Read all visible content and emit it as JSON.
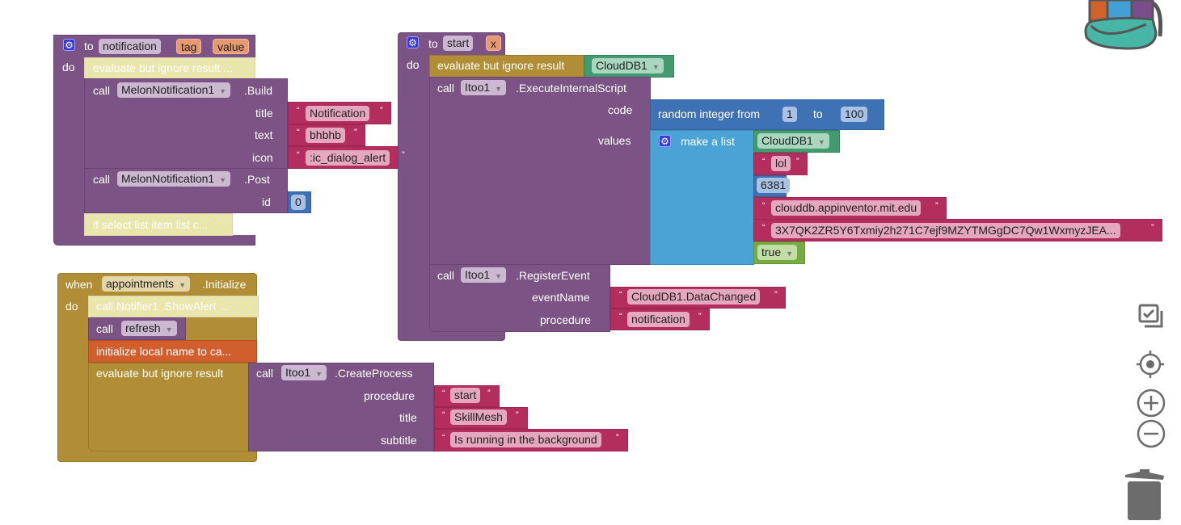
{
  "proc_notification": {
    "to": "to",
    "name": "notification",
    "params": [
      "tag",
      "value"
    ],
    "do": "do",
    "collapsed1": "evaluate but ignore result ...",
    "build": {
      "call": "call",
      "component": "MelonNotification1",
      "method": ".Build",
      "args": [
        {
          "label": "title",
          "value": "Notification"
        },
        {
          "label": "text",
          "value": "bhbhb"
        },
        {
          "label": "icon",
          "value": ":ic_dialog_alert"
        }
      ]
    },
    "post": {
      "call": "call",
      "component": "MelonNotification1",
      "method": ".Post",
      "arg_label": "id",
      "arg_value": "0"
    },
    "collapsed2": "if select list item  list c..."
  },
  "proc_start": {
    "to": "to",
    "name": "start",
    "param": "x",
    "do": "do",
    "evaluate": "evaluate but ignore result",
    "evaluate_arg": "CloudDB1",
    "exec": {
      "call": "call",
      "component": "Itoo1",
      "method": ".ExecuteInternalScript",
      "code_label": "code",
      "values_label": "values",
      "random": {
        "label": "random integer from",
        "from": "1",
        "to_label": "to",
        "to": "100"
      },
      "list": {
        "label": "make a list",
        "items": [
          "CloudDB1",
          "lol",
          "6381",
          "clouddb.appinventor.mit.edu",
          "3X7QK2ZR5Y6Txmiy2h271C7ejf9MZYTMGgDC7Qw1WxmyzJEA...",
          "true"
        ]
      }
    },
    "register": {
      "call": "call",
      "component": "Itoo1",
      "method": ".RegisterEvent",
      "event_label": "eventName",
      "event_value": "CloudDB1.DataChanged",
      "proc_label": "procedure",
      "proc_value": "notification"
    }
  },
  "when_init": {
    "when": "when",
    "component": "appointments",
    "event": ".Initialize",
    "do": "do",
    "collapsed": "call  Notifier1 .ShowAlert ...",
    "refresh": {
      "call": "call",
      "name": "refresh"
    },
    "init_local": "initialize local name to ca...",
    "evaluate": "evaluate but ignore result",
    "create": {
      "call": "call",
      "component": "Itoo1",
      "method": ".CreateProcess",
      "args": [
        {
          "label": "procedure",
          "value": "start"
        },
        {
          "label": "title",
          "value": "SkillMesh"
        },
        {
          "label": "subtitle",
          "value": "Is running in the background"
        }
      ]
    }
  },
  "quote_open": "“",
  "quote_close": "”",
  "colors": {
    "procedure": "#7b5385",
    "text": "#b32d5e",
    "math": "#3f71b5",
    "list": "#4aa3d4",
    "component": "#439970",
    "logic": "#77ab41",
    "control": "#b18e35",
    "variable": "#d05f2d"
  },
  "icons": [
    "backpack-icon",
    "cleanup-icon",
    "recenter-icon",
    "zoom-in-icon",
    "zoom-out-icon",
    "trash-icon"
  ]
}
